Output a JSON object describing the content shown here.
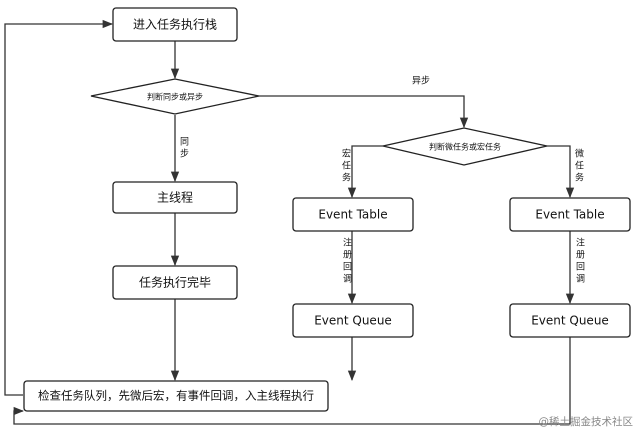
{
  "nodes": {
    "enter_stack": "进入任务执行栈",
    "judge_sync_async": "判断同步或异步",
    "main_thread": "主线程",
    "task_done": "任务执行完毕",
    "judge_micro_macro": "判断微任务或宏任务",
    "event_table_macro": "Event Table",
    "event_table_micro": "Event Table",
    "event_queue_macro": "Event Queue",
    "event_queue_micro": "Event Queue",
    "check_queue": "检查任务队列，先微后宏，有事件回调，入主线程执行"
  },
  "edge_labels": {
    "async": "异步",
    "sync": [
      "同",
      "步"
    ],
    "macro": [
      "宏",
      "任",
      "务"
    ],
    "micro": [
      "微",
      "任",
      "务"
    ],
    "register_left": [
      "注",
      "册",
      "回",
      "调"
    ],
    "register_right": [
      "注",
      "册",
      "回",
      "调"
    ]
  },
  "watermark": "@稀土掘金技术社区"
}
